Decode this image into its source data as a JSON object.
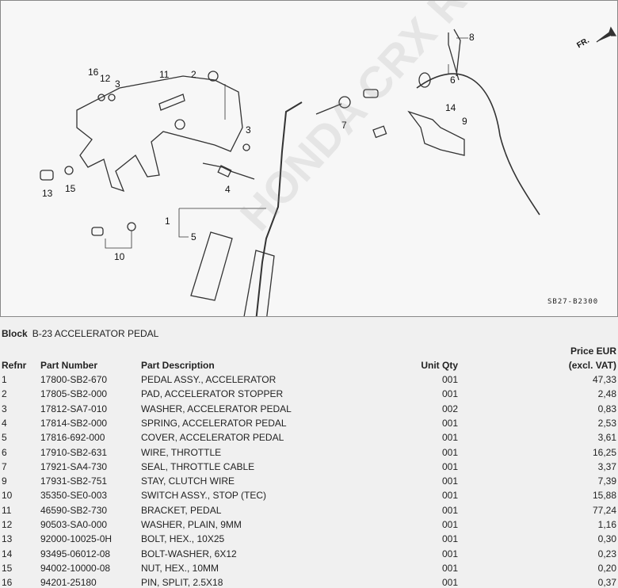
{
  "diagram": {
    "callouts": [
      "8",
      "FR.",
      "16",
      "12",
      "3",
      "11",
      "2",
      "6",
      "14",
      "9",
      "7",
      "3",
      "4",
      "13",
      "15",
      "1",
      "5",
      "10"
    ],
    "drawing_code": "SB27-B2300",
    "watermark": "HONDA CRX RENAISSANCE"
  },
  "block": {
    "label": "Block",
    "value": "B-23 ACCELERATOR PEDAL"
  },
  "table": {
    "headers": {
      "refnr": "Refnr",
      "part_number": "Part Number",
      "description": "Part Description",
      "qty": "Unit Qty",
      "price_line1": "Price EUR",
      "price_line2": "(excl. VAT)"
    },
    "rows": [
      [
        "1",
        "17800-SB2-670",
        "PEDAL ASSY., ACCELERATOR",
        "001",
        "47,33"
      ],
      [
        "2",
        "17805-SB2-000",
        "PAD, ACCELERATOR STOPPER",
        "001",
        "2,48"
      ],
      [
        "3",
        "17812-SA7-010",
        "WASHER, ACCELERATOR PEDAL",
        "002",
        "0,83"
      ],
      [
        "4",
        "17814-SB2-000",
        "SPRING, ACCELERATOR PEDAL",
        "001",
        "2,53"
      ],
      [
        "5",
        "17816-692-000",
        "COVER, ACCELERATOR PEDAL",
        "001",
        "3,61"
      ],
      [
        "6",
        "17910-SB2-631",
        "WIRE, THROTTLE",
        "001",
        "16,25"
      ],
      [
        "7",
        "17921-SA4-730",
        "SEAL, THROTTLE CABLE",
        "001",
        "3,37"
      ],
      [
        "9",
        "17931-SB2-751",
        "STAY, CLUTCH WIRE",
        "001",
        "7,39"
      ],
      [
        "10",
        "35350-SE0-003",
        "SWITCH ASSY., STOP (TEC)",
        "001",
        "15,88"
      ],
      [
        "11",
        "46590-SB2-730",
        "BRACKET, PEDAL",
        "001",
        "77,24"
      ],
      [
        "12",
        "90503-SA0-000",
        "WASHER, PLAIN, 9MM",
        "001",
        "1,16"
      ],
      [
        "13",
        "92000-10025-0H",
        "BOLT, HEX., 10X25",
        "001",
        "0,30"
      ],
      [
        "14",
        "93495-06012-08",
        "BOLT-WASHER, 6X12",
        "001",
        "0,23"
      ],
      [
        "15",
        "94002-10000-08",
        "NUT, HEX., 10MM",
        "001",
        "0,20"
      ],
      [
        "16",
        "94201-25180",
        "PIN, SPLIT, 2.5X18",
        "001",
        "0,37"
      ]
    ]
  }
}
